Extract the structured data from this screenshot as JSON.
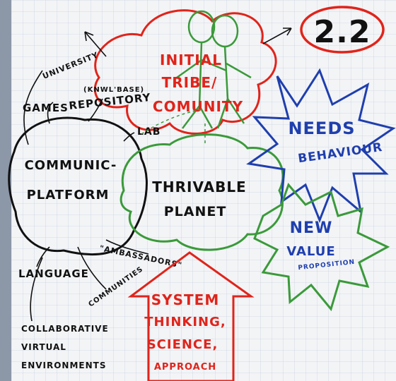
{
  "badge": {
    "text": "2.2"
  },
  "top_cloud": {
    "lines": [
      "INITIAL",
      "TRIBE/",
      "COMUNITY"
    ]
  },
  "platform": {
    "lines": [
      "COMMUNIC-",
      "PLATFORM"
    ]
  },
  "platform_links": {
    "university": "UNIVERSITY",
    "games": "GAMES",
    "repository_note": "(KNWL'BASE)",
    "repository": "REPOSITORY",
    "lab": "LAB",
    "ambassadors": "\"AMBASSADORS\"",
    "communities": "COMMUNITIES",
    "language": "LANGUAGE",
    "virtual_env": [
      "COLLABORATIVE",
      "VIRTUAL",
      "ENVIRONMENTS"
    ]
  },
  "center_cloud": {
    "lines": [
      "THRIVABLE",
      "PLANET"
    ]
  },
  "needs_star": {
    "lines": [
      "NEEDS",
      "BEHAVIOUR"
    ]
  },
  "value_star": {
    "lines": [
      "NEW",
      "VALUE",
      "PROPOSITION"
    ]
  },
  "arrow": {
    "lines": [
      "SYSTEM",
      "THINKING,",
      "SCIENCE,",
      "APPROACH"
    ]
  },
  "colors": {
    "paper": "#f3f4f6",
    "grid": "#c9d3e4",
    "ink": "#111111",
    "red": "#e0241b",
    "green": "#3a9a3a",
    "blue": "#1f3fae"
  }
}
